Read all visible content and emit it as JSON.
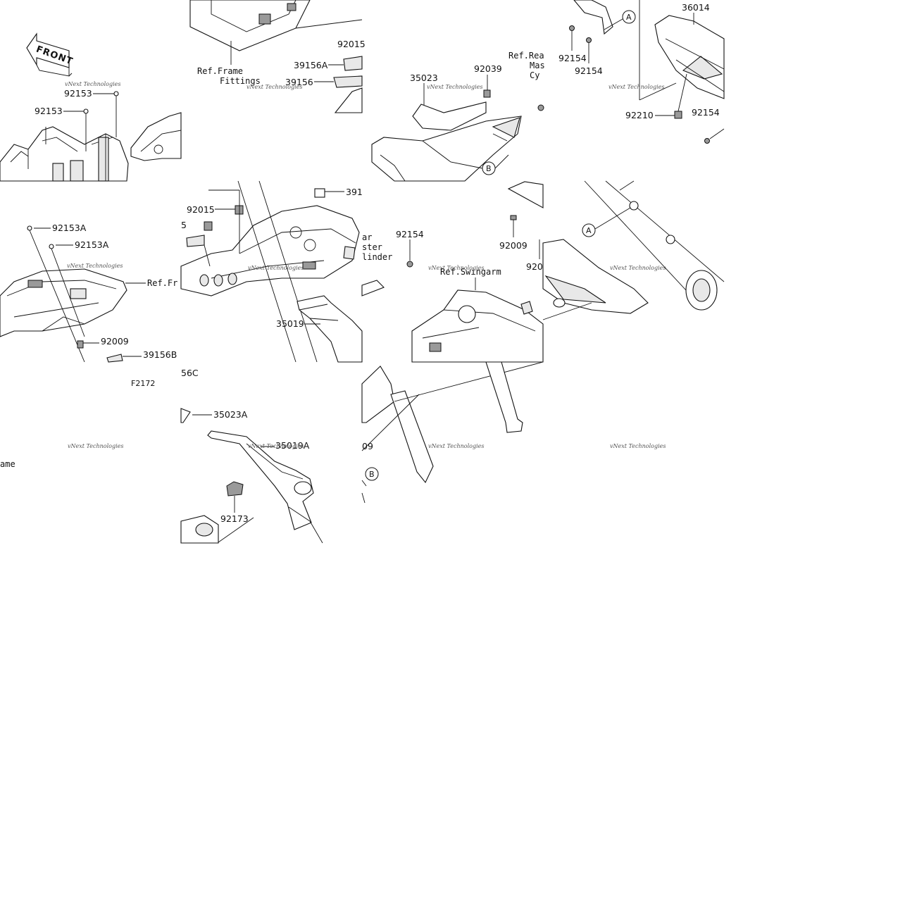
{
  "front_arrow": {
    "label": "FRONT"
  },
  "diagram_code": "F2172",
  "watermark": {
    "brand": "vNext Technologies"
  },
  "callouts": {
    "a": "A",
    "b": "B"
  },
  "parts": {
    "p92153_a": "92153",
    "p92153_b": "92153",
    "p92015_a": "92015",
    "p39156A": "39156A",
    "p39156": "39156",
    "p35023": "35023",
    "p92039": "92039",
    "p36014": "36014",
    "p92154_a": "92154",
    "p92154_b": "92154",
    "p92210": "92210",
    "p92154_c": "92154",
    "p92153A_a": "92153A",
    "p92153A_b": "92153A",
    "p92009_a": "92009",
    "p39156B": "39156B",
    "p56C": "56C",
    "p92015_b": "92015",
    "p5": "5",
    "p391": "391",
    "p35019": "35019",
    "p92154_d": "92154",
    "p92009_b": "92009",
    "p920": "920",
    "p35023A": "35023A",
    "p35019A": "35019A",
    "p92173": "92173",
    "p09": "09"
  },
  "refs": {
    "frame_fittings_1": "Ref.Frame",
    "frame_fittings_2": "Fittings",
    "rear_master_1": "Ref.Rea",
    "rear_master_2": "Mas",
    "rear_master_3": "Cy",
    "ref_fr": "Ref.Fr",
    "ar": "ar",
    "ster": "ster",
    "linder": "linder",
    "swingarm": "Ref.Swingarm",
    "ame": "ame"
  }
}
